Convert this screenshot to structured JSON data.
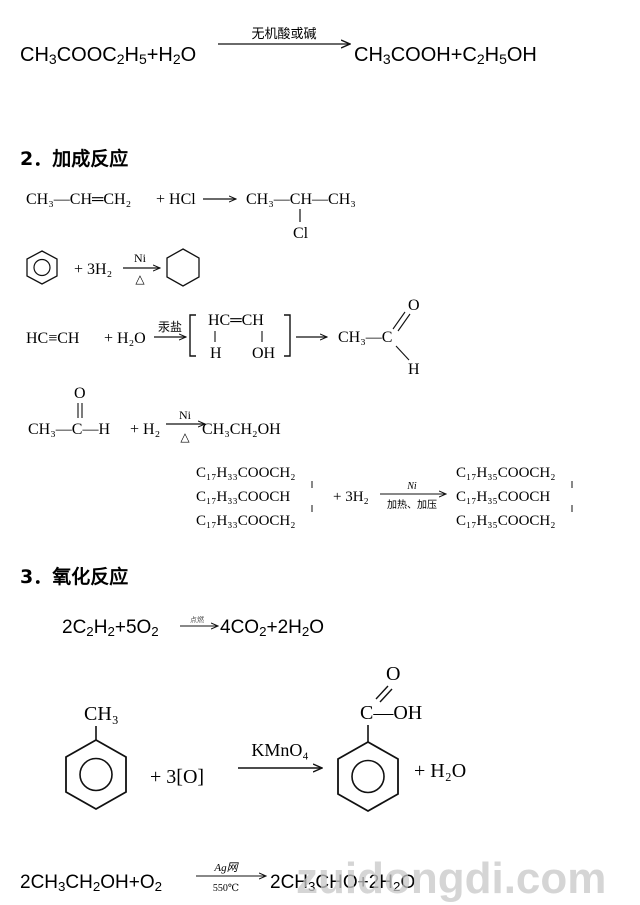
{
  "reactions": {
    "ester_hydrolysis": {
      "reactant": [
        "CH",
        "3",
        "COOC",
        "2",
        "H",
        "5",
        "+H",
        "2",
        "O"
      ],
      "condition": "无机酸或碱",
      "product": [
        "CH",
        "3",
        "COOH+C",
        "2",
        "H",
        "5",
        "OH"
      ]
    },
    "section2_heading": "2．加成反应",
    "propene_hcl": {
      "reactant": "CH₃—CH═CH₂",
      "reagent": "+ HCl",
      "product_main": "CH₃—CH—CH₃",
      "product_sub": "Cl"
    },
    "benzene_h2": {
      "reagent": "+ 3H₂",
      "catalyst": "Ni",
      "heat": "△"
    },
    "acetylene_hydration": {
      "reactant": "HC≡CH",
      "reagent": "+ H₂O",
      "catalyst": "汞盐",
      "intermediate_top": "HC═CH",
      "intermediate_h": "H",
      "intermediate_oh": "OH",
      "product_main": "CH₃—C",
      "product_o": "O",
      "product_h": "H"
    },
    "acetaldehyde_h2": {
      "reactant_main": "CH₃—C—H",
      "reactant_o": "O",
      "reagent": "+ H₂",
      "catalyst": "Ni",
      "heat": "△",
      "product": "CH₃CH₂OH"
    },
    "oil_hydrogenation": {
      "reactant_rows": [
        "C₁₇H₃₃COOCH₂",
        "C₁₇H₃₃COOCH",
        "C₁₇H₃₃COOCH₂"
      ],
      "reagent": "+ 3H₂",
      "catalyst": "Ni",
      "condition": "加热、加压",
      "product_rows": [
        "C₁₇H₃₅COOCH₂",
        "C₁₇H₃₅COOCH",
        "C₁₇H₃₅COOCH₂"
      ]
    },
    "section3_heading": "3．氧化反应",
    "acetylene_combustion": {
      "reactant": [
        "2C",
        "2",
        "H",
        "2",
        "+5O",
        "2"
      ],
      "condition": "点燃",
      "product": [
        "4CO",
        "2",
        "+2H",
        "2",
        "O"
      ]
    },
    "toluene_oxidation": {
      "reactant_group": "CH₃",
      "reagent": "+ 3[O]",
      "oxidant": "KMnO₄",
      "product_o": "O",
      "product_cooh": "C—OH",
      "byproduct": "+ H₂O"
    },
    "ethanol_oxidation": {
      "reactant": [
        "2CH",
        "3",
        "CH",
        "2",
        "OH+O",
        "2"
      ],
      "catalyst": "Ag网",
      "temperature": "550℃",
      "product_partial": [
        "2CH",
        "3",
        "CHO+2H",
        "2",
        "O"
      ]
    }
  },
  "watermark": "zuidongdi.com"
}
